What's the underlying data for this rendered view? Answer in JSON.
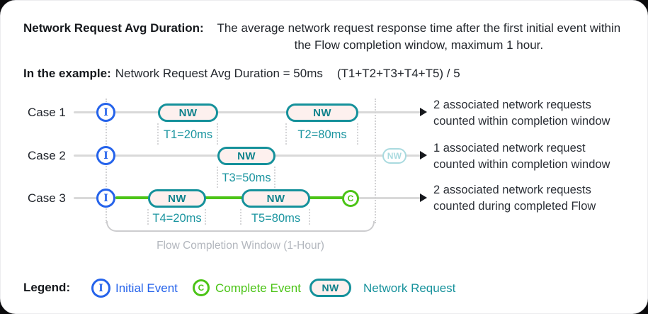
{
  "colors": {
    "initial_blue": "#2563eb",
    "complete_green": "#4cc417",
    "network_teal": "#15919b",
    "pill_fill": "#fdf0ee",
    "faded_teal": "#a9dadf"
  },
  "header": {
    "title_label": "Network Request Avg Duration:",
    "title_line1": "The average network request response time after the first initial event within",
    "title_line2": "the Flow completion window, maximum 1 hour.",
    "example_label": "In the example:",
    "example_formula": "Network Request Avg Duration = 50ms",
    "example_calc": "(T1+T2+T3+T4+T5) / 5"
  },
  "diagram": {
    "cases": [
      {
        "label": "Case 1",
        "result_line1": "2 associated network requests",
        "result_line2": "counted within completion window"
      },
      {
        "label": "Case 2",
        "result_line1": "1 associated network request",
        "result_line2": "counted within completion window"
      },
      {
        "label": "Case 3",
        "result_line1": "2 associated network requests",
        "result_line2": "counted during completed Flow"
      }
    ],
    "markers": {
      "initial": "I",
      "complete": "C",
      "network": "NW"
    },
    "timings": {
      "t1": "T1=20ms",
      "t2": "T2=80ms",
      "t3": "T3=50ms",
      "t4": "T4=20ms",
      "t5": "T5=80ms"
    },
    "window_label": "Flow Completion Window (1-Hour)"
  },
  "legend": {
    "label": "Legend:",
    "initial": {
      "symbol": "I",
      "label": "Initial Event"
    },
    "complete": {
      "symbol": "C",
      "label": "Complete Event"
    },
    "network": {
      "symbol": "NW",
      "label": "Network Request"
    }
  }
}
